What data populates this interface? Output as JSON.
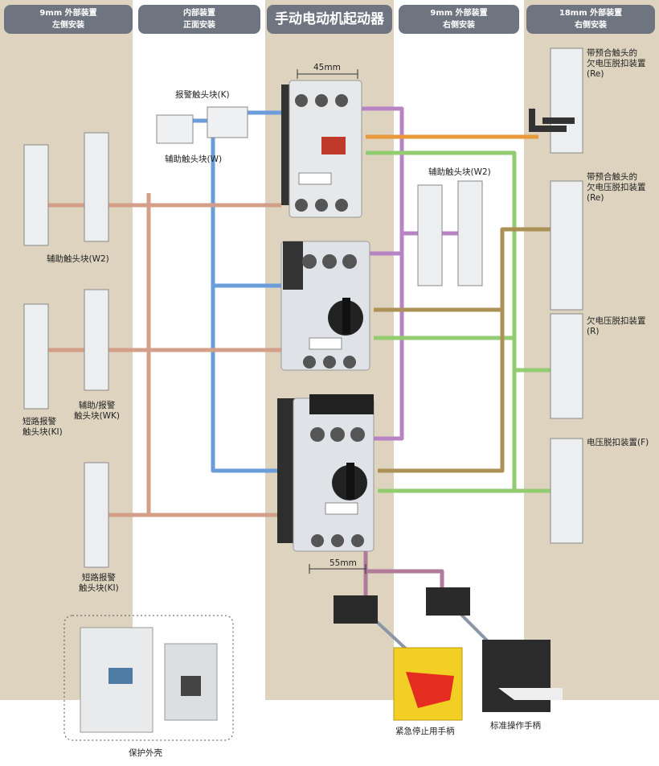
{
  "headers": [
    {
      "line1": "9mm 外部装置",
      "line2": "左侧安装"
    },
    {
      "line1": "内部装置",
      "line2": "正面安装"
    },
    {
      "line1": "手动电动机起动器"
    },
    {
      "line1": "9mm 外部装置",
      "line2": "右侧安装"
    },
    {
      "line1": "18mm 外部装置",
      "line2": "右侧安装"
    }
  ],
  "labels": {
    "alarm_contact_k": "报警触头块(K)",
    "aux_contact_w": "辅助触头块(W)",
    "width_45": "45mm",
    "width_55": "55mm",
    "aux_contact_w2_right": "辅助触头块(W2)",
    "aux_contact_w2_left": "辅助触头块(W2)",
    "aux_alarm_wk_1": "辅助/报警",
    "aux_alarm_wk_2": "触头块(WK)",
    "short_alarm_ki_1a": "短路报警",
    "short_alarm_ki_1b": "触头块(KI)",
    "short_alarm_ki_2a": "短路报警",
    "short_alarm_ki_2b": "触头块(KI)",
    "re1_1": "带预合触头的",
    "re1_2": "欠电压脱扣装置",
    "re1_3": "(Re)",
    "re2_1": "带预合触头的",
    "re2_2": "欠电压脱扣装置",
    "re2_3": "(Re)",
    "r_1": "欠电压脱扣装置",
    "r_2": "(R)",
    "f": "电压脱扣装置(F)",
    "emergency_handle": "紧急停止用手柄",
    "standard_handle": "标准操作手柄",
    "enclosure": "保护外壳"
  },
  "colors": {
    "header": "#6f7580",
    "beige": "#ddd3bf",
    "purple": "#b883c4",
    "orange": "#e8993a",
    "green": "#93cc70",
    "blue": "#6b9ddb",
    "salmon": "#d49f88",
    "olive": "#ab9155",
    "mauve": "#b07a98"
  }
}
